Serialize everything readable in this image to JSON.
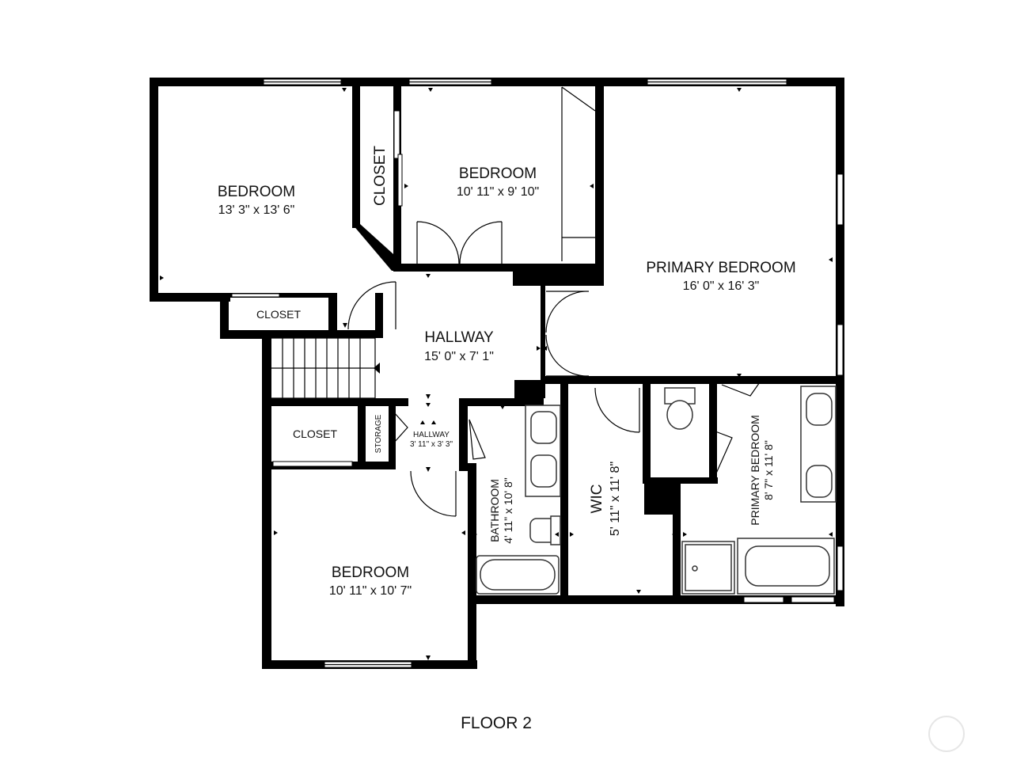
{
  "floor_label": "FLOOR 2",
  "rooms": {
    "bedroom_nw": {
      "name": "BEDROOM",
      "dims": "13' 3\" x 13' 6\""
    },
    "bedroom_n": {
      "name": "BEDROOM",
      "dims": "10' 11\" x 9' 10\""
    },
    "primary_bedroom": {
      "name": "PRIMARY BEDROOM",
      "dims": "16' 0\" x 16' 3\""
    },
    "hallway": {
      "name": "HALLWAY",
      "dims": "15' 0\" x 7' 1\""
    },
    "hallway_small": {
      "name": "HALLWAY",
      "dims": "3' 11\" x 3' 3\""
    },
    "bedroom_s": {
      "name": "BEDROOM",
      "dims": "10' 11\" x 10' 7\""
    },
    "bathroom": {
      "name": "BATHROOM",
      "dims": "4' 11\" x 10' 8\""
    },
    "wic": {
      "name": "WIC",
      "dims": "5' 11\" x 11' 8\""
    },
    "primary_bath": {
      "name": "PRIMARY BEDROOM",
      "dims": "8' 7\" x 11' 8\""
    },
    "closet_vertical": {
      "name": "CLOSET"
    },
    "closet_nw": {
      "name": "CLOSET"
    },
    "closet_w": {
      "name": "CLOSET"
    },
    "storage": {
      "name": "STORAGE"
    }
  }
}
